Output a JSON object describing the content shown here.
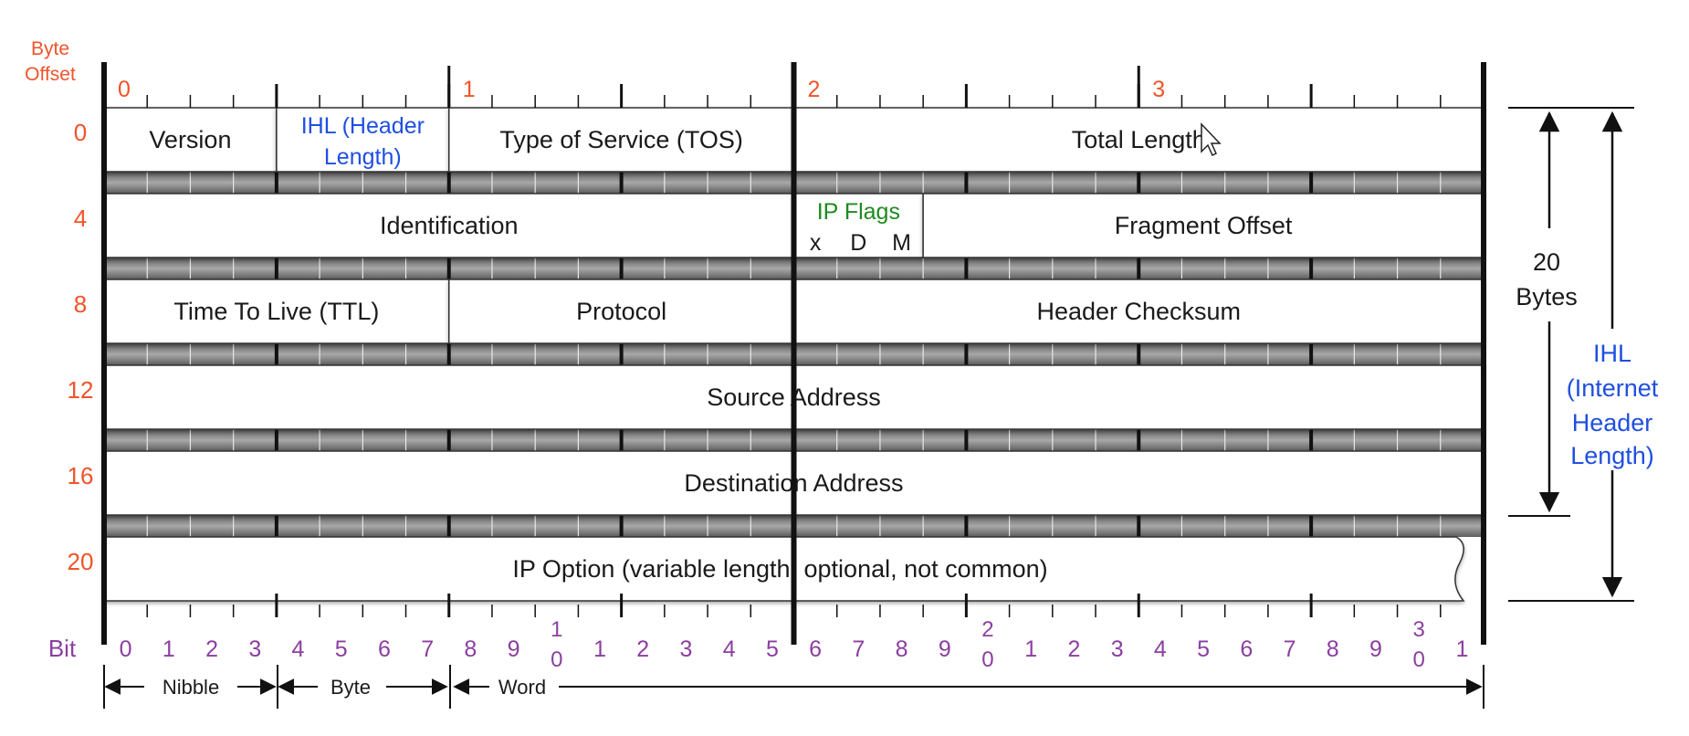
{
  "labels": {
    "byte_offset_title": [
      "Byte",
      "Offset"
    ],
    "bit_title": "Bit",
    "nibble": "Nibble",
    "byte": "Byte",
    "word": "Word",
    "twenty_bytes": [
      "20",
      "Bytes"
    ],
    "ihl_internet": [
      "IHL",
      "(Internet",
      "Header",
      "Length)"
    ]
  },
  "byte_offsets": [
    "0",
    "4",
    "8",
    "12",
    "16",
    "20"
  ],
  "byte_markers": [
    "0",
    "1",
    "2",
    "3"
  ],
  "bit_labels": [
    "0",
    "1",
    "2",
    "3",
    "4",
    "5",
    "6",
    "7",
    "8",
    "9",
    "1|0",
    "1",
    "2",
    "3",
    "4",
    "5",
    "6",
    "7",
    "8",
    "9",
    "2|0",
    "1",
    "2",
    "3",
    "4",
    "5",
    "6",
    "7",
    "8",
    "9",
    "3|0",
    "1"
  ],
  "fields": [
    {
      "row": 0,
      "start": 0,
      "end": 4,
      "lines": [
        "Version"
      ],
      "color": "#1a1a1a"
    },
    {
      "row": 0,
      "start": 4,
      "end": 8,
      "lines": [
        "IHL (Header",
        "Length)"
      ],
      "color": "#1f4fe0"
    },
    {
      "row": 0,
      "start": 8,
      "end": 16,
      "lines": [
        "Type of Service (TOS)"
      ],
      "color": "#1a1a1a"
    },
    {
      "row": 0,
      "start": 16,
      "end": 32,
      "lines": [
        "Total Length"
      ],
      "color": "#1a1a1a"
    },
    {
      "row": 1,
      "start": 0,
      "end": 16,
      "lines": [
        "Identification"
      ],
      "color": "#1a1a1a"
    },
    {
      "row": 1,
      "start": 16,
      "end": 19,
      "lines": [
        "IP Flags",
        "x D M"
      ],
      "color": "#1f8a1f"
    },
    {
      "row": 1,
      "start": 19,
      "end": 32,
      "lines": [
        "Fragment Offset"
      ],
      "color": "#1a1a1a"
    },
    {
      "row": 2,
      "start": 0,
      "end": 8,
      "lines": [
        "Time To Live (TTL)"
      ],
      "color": "#1a1a1a"
    },
    {
      "row": 2,
      "start": 8,
      "end": 16,
      "lines": [
        "Protocol"
      ],
      "color": "#1a1a1a"
    },
    {
      "row": 2,
      "start": 16,
      "end": 32,
      "lines": [
        "Header Checksum"
      ],
      "color": "#1a1a1a"
    },
    {
      "row": 3,
      "start": 0,
      "end": 32,
      "lines": [
        "Source Address"
      ],
      "color": "#1a1a1a"
    },
    {
      "row": 4,
      "start": 0,
      "end": 32,
      "lines": [
        "Destination Address"
      ],
      "color": "#1a1a1a"
    },
    {
      "row": 5,
      "start": 0,
      "end": 32,
      "lines": [
        "IP Option (variable length, optional, not common)"
      ],
      "color": "#1a1a1a"
    }
  ],
  "colors": {
    "offset": "#f0532a",
    "bit": "#8b3fa0",
    "ihl": "#1f4fe0",
    "flags": "#1f8a1f",
    "text": "#1a1a1a"
  }
}
